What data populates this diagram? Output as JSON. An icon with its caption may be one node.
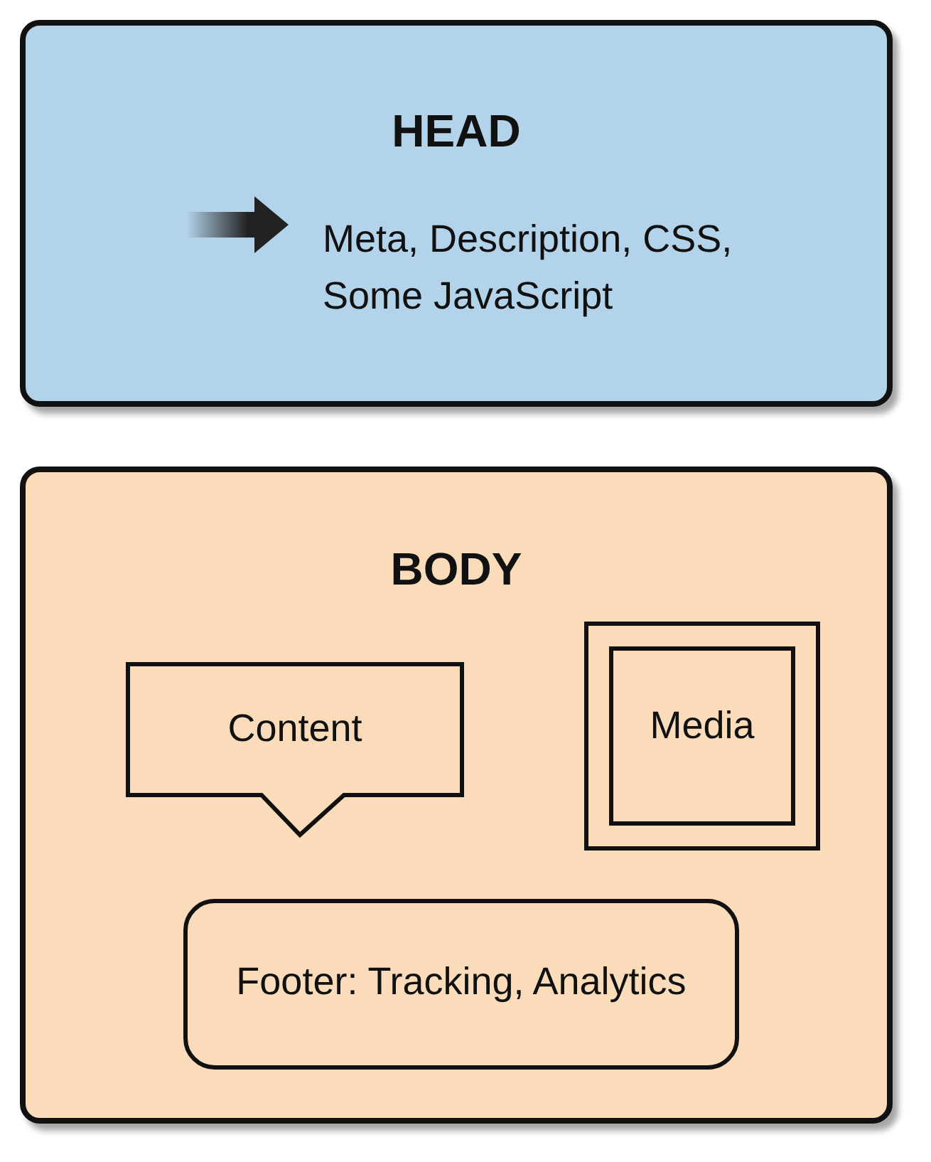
{
  "diagram": {
    "nodes": [
      {
        "text": [
          "HEAD",
          "Meta, Description, CSS, Some JavaScript"
        ]
      },
      {
        "text": [
          "BODY"
        ]
      },
      {
        "text": [
          "Content"
        ],
        "in": 1
      },
      {
        "text": [
          "Media"
        ],
        "in": 1
      },
      {
        "text": [
          "Footer: Tracking, Analytics"
        ],
        "in": 1
      }
    ]
  }
}
